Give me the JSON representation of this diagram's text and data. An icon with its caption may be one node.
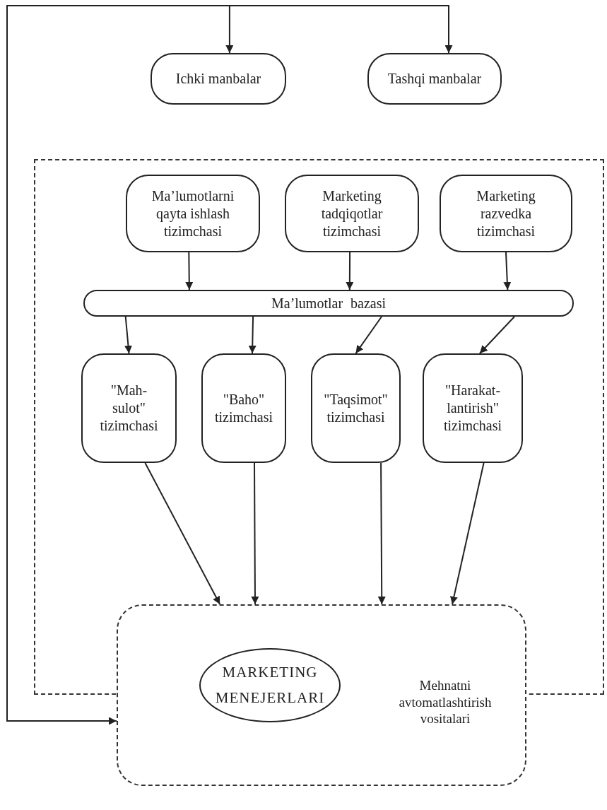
{
  "diagram": {
    "nodes": [
      {
        "text": [
          "Ichki manbalar"
        ]
      },
      {
        "text": [
          "Tashqi manbalar"
        ]
      },
      {
        "text": [],
        "shape": "box"
      },
      {
        "text": [
          "Ma’lumotlarni qayta ishlash tizimchasi"
        ],
        "in": 2
      },
      {
        "text": [
          "Marketing tadqiqotlar tizimchasi"
        ],
        "in": 2
      },
      {
        "text": [
          "Marketing razvedka tizimchasi"
        ],
        "in": 2
      },
      {
        "text": [
          "Ma’lumotlar bazasi"
        ],
        "in": 2
      },
      {
        "text": [
          "\"Mah- sulot\" tizimchasi"
        ],
        "in": 2
      },
      {
        "text": [
          "\"Baho\" tizimchasi"
        ],
        "in": 2
      },
      {
        "text": [
          "\"Taqsimot\" tizimchasi"
        ],
        "in": 2
      },
      {
        "text": [
          "\"Harakat- lantirish\" tizimchasi"
        ],
        "in": 2
      },
      {
        "text": [
          "Mehnatni avtomatlashtirish vositalari"
        ]
      },
      {
        "text": [
          "MARKETING MENEJERLARI"
        ],
        "in": 11
      }
    ],
    "edges": [
      {
        "from": 11,
        "to": 0,
        "arrow": "both"
      },
      {
        "from": 11,
        "to": 1,
        "arrow": "to"
      },
      {
        "from": 3,
        "to": 6,
        "arrow": "to"
      },
      {
        "from": 4,
        "to": 6,
        "arrow": "to"
      },
      {
        "from": 5,
        "to": 6,
        "arrow": "to"
      },
      {
        "from": 6,
        "to": 7,
        "arrow": "to"
      },
      {
        "from": 6,
        "to": 8,
        "arrow": "to"
      },
      {
        "from": 6,
        "to": 9,
        "arrow": "to"
      },
      {
        "from": 6,
        "to": 10,
        "arrow": "to"
      },
      {
        "from": 7,
        "to": 11,
        "arrow": "to"
      },
      {
        "from": 8,
        "to": 11,
        "arrow": "to"
      },
      {
        "from": 9,
        "to": 11,
        "arrow": "to"
      },
      {
        "from": 10,
        "to": 11,
        "arrow": "to"
      }
    ]
  }
}
